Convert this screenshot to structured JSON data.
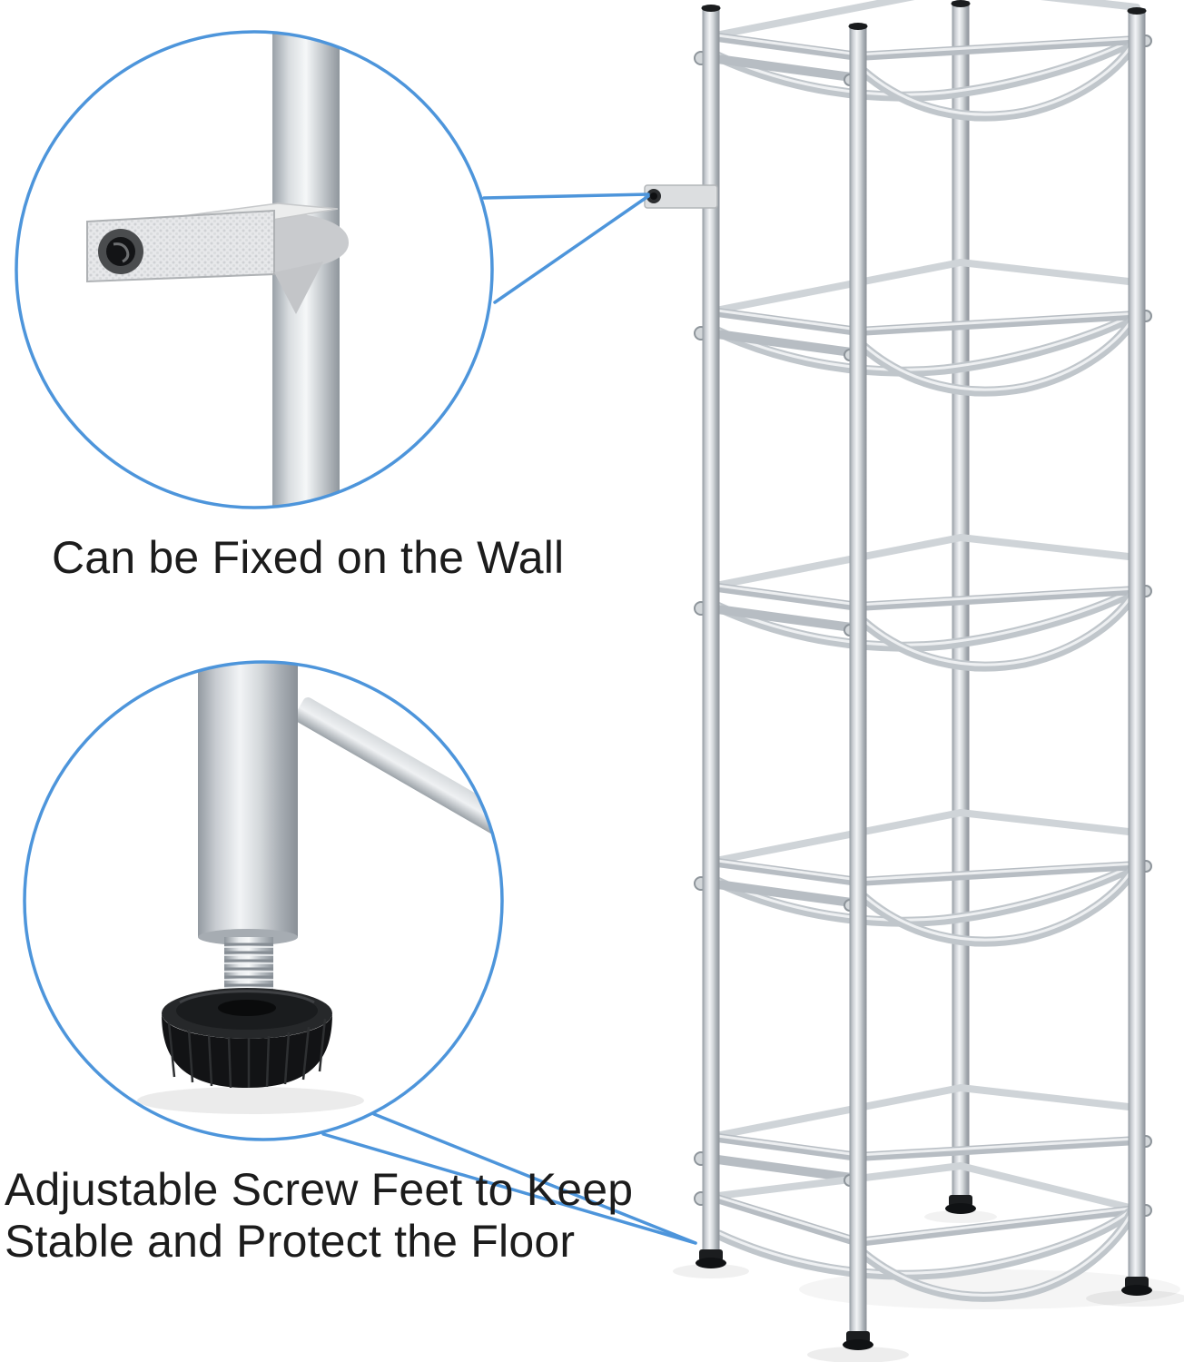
{
  "page": {
    "background": "#ffffff"
  },
  "colors": {
    "accent_blue": "#4D95DB",
    "text_black": "#1C1C1C",
    "metal_silver": "#C3C8CD",
    "hardware_black": "#141618"
  },
  "rack": {
    "tier_count": 5
  },
  "callouts": {
    "wall": {
      "label": "Can be Fixed on the Wall"
    },
    "feet": {
      "label_line1": "Adjustable Screw Feet to Keep",
      "label_line2": "Stable and Protect the Floor"
    }
  }
}
